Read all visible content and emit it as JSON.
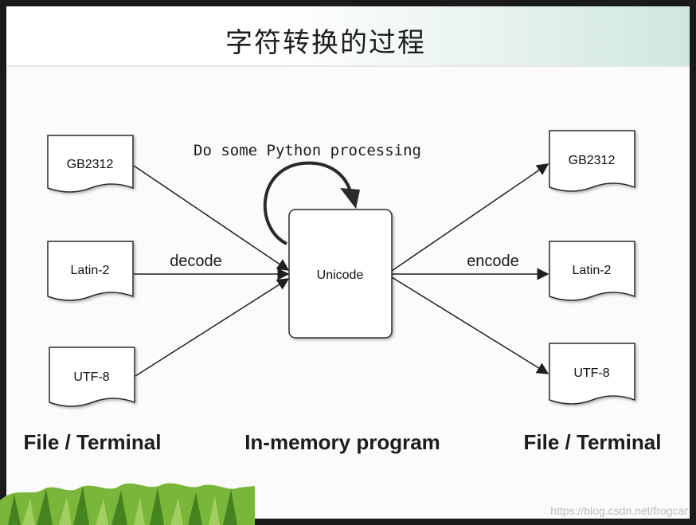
{
  "title": "字符转换的过程",
  "left_docs": [
    "GB2312",
    "Latin-2",
    "UTF-8"
  ],
  "right_docs": [
    "GB2312",
    "Latin-2",
    "UTF-8"
  ],
  "center_box": "Unicode",
  "loop_label": "Do some Python processing",
  "decode_label": "decode",
  "encode_label": "encode",
  "captions": {
    "left": "File / Terminal",
    "center": "In-memory program",
    "right": "File / Terminal"
  },
  "watermark": "https://blog.csdn.net/frogcar"
}
